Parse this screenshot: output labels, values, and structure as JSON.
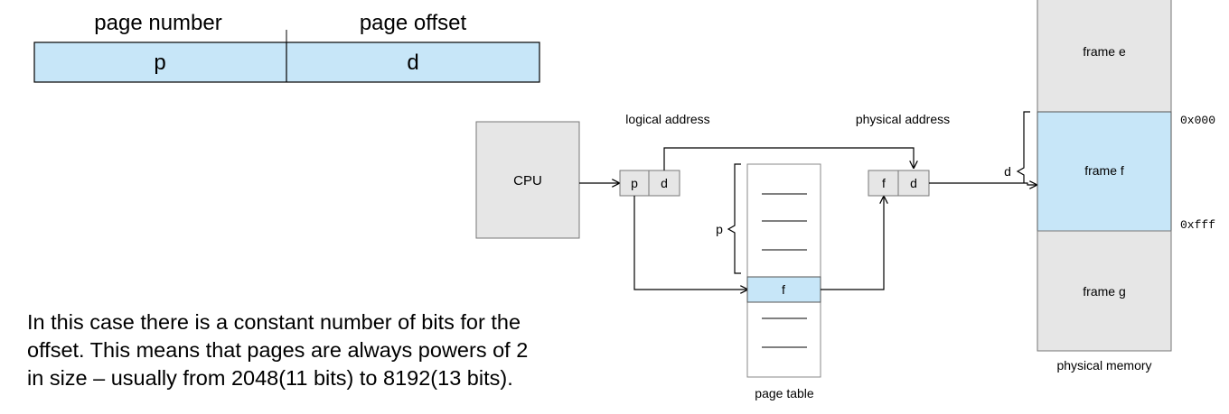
{
  "address_format": {
    "field1_label": "page number",
    "field1_value": "p",
    "field2_label": "page offset",
    "field2_value": "d"
  },
  "diagram": {
    "cpu": "CPU",
    "logical_address": "logical address",
    "physical_address": "physical address",
    "logical_p": "p",
    "logical_d": "d",
    "physical_f": "f",
    "physical_d": "d",
    "page_table_index": "p",
    "page_table_entry": "f",
    "page_table_label": "page table",
    "offset_brace_label": "d",
    "frames": [
      "frame e",
      "frame f",
      "frame g"
    ],
    "addr_start": "0x000",
    "addr_end": "0xfff",
    "physical_memory_label": "physical memory"
  },
  "description": {
    "lines": [
      "In this case there is a constant number of bits for the",
      "offset. This means that pages are always powers of 2",
      "in size – usually from 2048(11 bits) to 8192(13 bits)."
    ]
  },
  "colors": {
    "highlight": "#c7e6f8",
    "box_gray": "#e6e6e6",
    "stroke": "#000000"
  }
}
